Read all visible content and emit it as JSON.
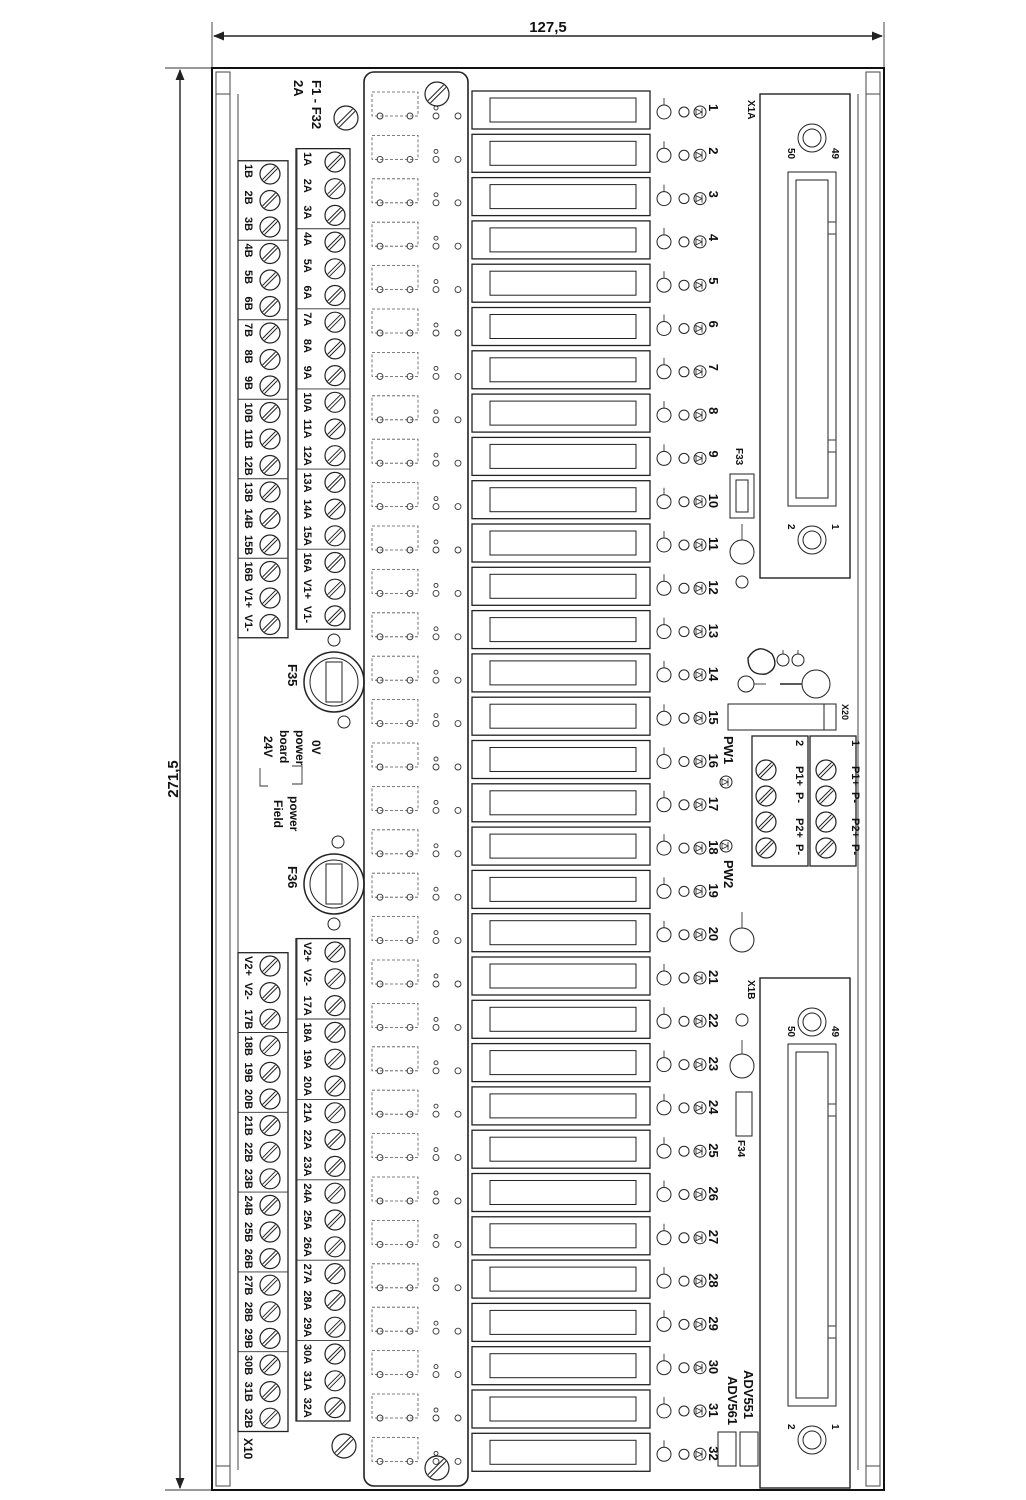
{
  "dimensions": {
    "width": "127,5",
    "height": "271,5"
  },
  "fuse_rating": {
    "range": "F1 - F32",
    "current": "2A"
  },
  "connectors": {
    "x1a": "X1A",
    "x1b": "X1B",
    "x10": "X10",
    "x20": "X20",
    "pin_50": "50",
    "pin_49": "49",
    "pin_1": "1",
    "pin_2": "2"
  },
  "fuses": {
    "f33": "F33",
    "f34": "F34",
    "f35": "F35",
    "f36": "F36"
  },
  "power_legend": {
    "zero_v": "0V",
    "power": "power",
    "board": "board",
    "v24": "24V",
    "power2": "power",
    "field": "Field"
  },
  "pw": {
    "pw1": "PW1",
    "pw2": "PW2"
  },
  "x20_terminals": {
    "block1": [
      "1",
      "P1+",
      "P-",
      "P2+",
      "P-"
    ],
    "block2": [
      "2",
      "P1+",
      "P-",
      "P2+",
      "P-"
    ]
  },
  "models": [
    "ADV551",
    "ADV561"
  ],
  "terminals_top_a": [
    "1A",
    "2A",
    "3A",
    "4A",
    "5A",
    "6A",
    "7A",
    "8A",
    "9A",
    "10A",
    "11A",
    "12A",
    "13A",
    "14A",
    "15A",
    "16A",
    "V1+",
    "V1-"
  ],
  "terminals_top_b": [
    "1B",
    "2B",
    "3B",
    "4B",
    "5B",
    "6B",
    "7B",
    "8B",
    "9B",
    "10B",
    "11B",
    "12B",
    "13B",
    "14B",
    "15B",
    "16B",
    "V1+",
    "V1-"
  ],
  "terminals_bot_a": [
    "V2+",
    "V2-",
    "17A",
    "18A",
    "19A",
    "20A",
    "21A",
    "22A",
    "23A",
    "24A",
    "25A",
    "26A",
    "27A",
    "28A",
    "29A",
    "30A",
    "31A",
    "32A"
  ],
  "terminals_bot_b": [
    "V2+",
    "V2-",
    "17B",
    "18B",
    "19B",
    "20B",
    "21B",
    "22B",
    "23B",
    "24B",
    "25B",
    "26B",
    "27B",
    "28B",
    "29B",
    "30B",
    "31B",
    "32B"
  ],
  "channels": [
    "1",
    "2",
    "3",
    "4",
    "5",
    "6",
    "7",
    "8",
    "9",
    "10",
    "11",
    "12",
    "13",
    "14",
    "15",
    "16",
    "17",
    "18",
    "19",
    "20",
    "21",
    "22",
    "23",
    "24",
    "25",
    "26",
    "27",
    "28",
    "29",
    "30",
    "31",
    "32"
  ]
}
